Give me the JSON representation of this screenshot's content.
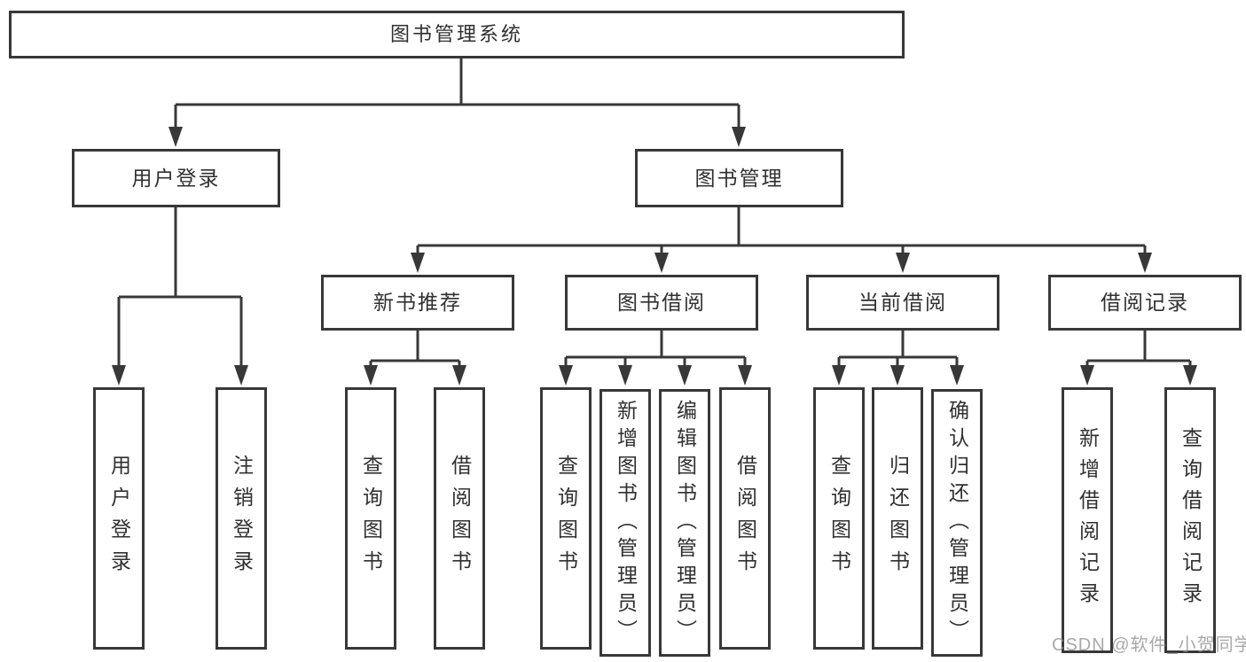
{
  "tree": {
    "root": "图书管理系统",
    "user_login": {
      "label": "用户登录",
      "children": [
        "用户登录",
        "注销登录"
      ]
    },
    "book_management": {
      "label": "图书管理",
      "sections": [
        {
          "label": "新书推荐",
          "children": [
            "查询图书",
            "借阅图书"
          ]
        },
        {
          "label": "图书借阅",
          "children": [
            "查询图书",
            "新增图书（管理员）",
            "编辑图书（管理员）",
            "借阅图书"
          ]
        },
        {
          "label": "当前借阅",
          "children": [
            "查询图书",
            "归还图书",
            "确认归还（管理员）"
          ]
        },
        {
          "label": "借阅记录",
          "children": [
            "新增借阅记录",
            "查询借阅记录"
          ]
        }
      ]
    }
  },
  "watermark": {
    "text": "CSDN @软件_小贺同学"
  },
  "colors": {
    "line": "#383838",
    "box_border": "#383838",
    "text": "#303030",
    "background": "#ffffff",
    "watermark": "#8c8c8c"
  }
}
